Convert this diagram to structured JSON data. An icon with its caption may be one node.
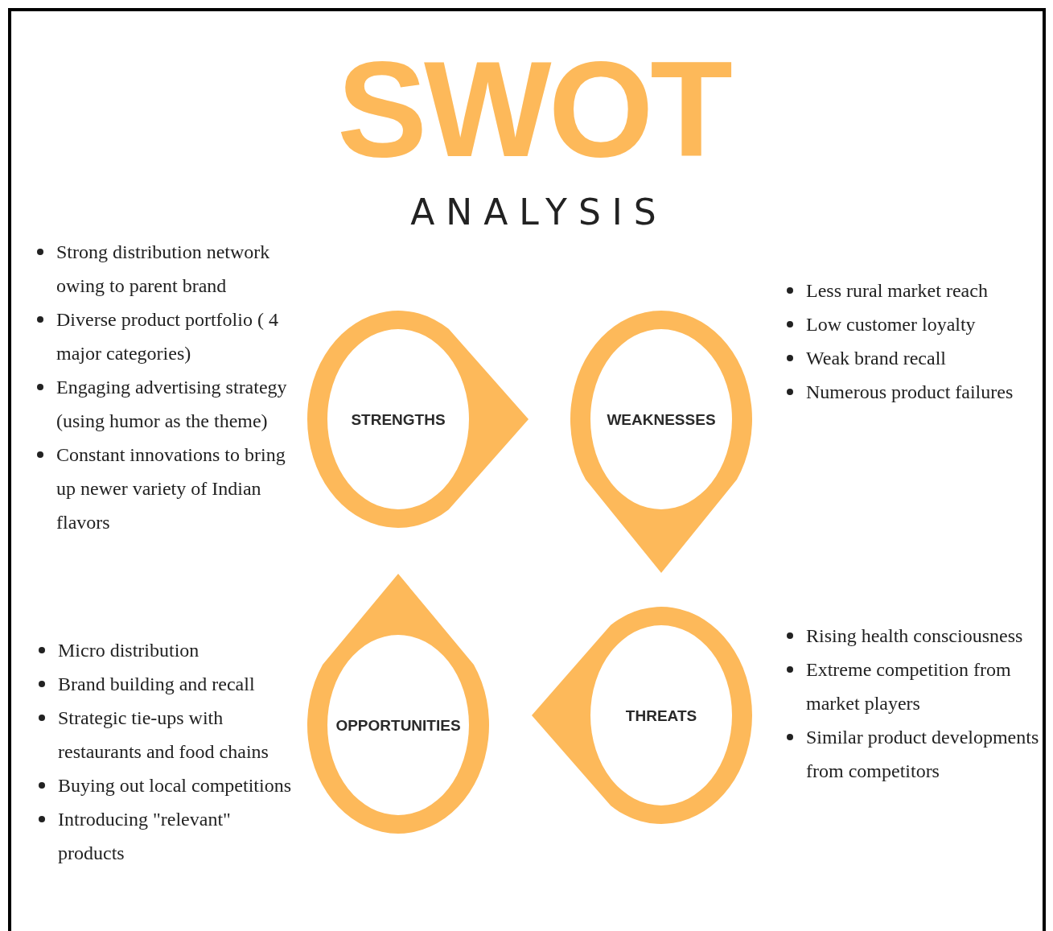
{
  "diagram": {
    "title": "SWOT",
    "nodes": [
      {
        "text": [
          "STRENGTHS"
        ],
        "beside": [
          "Strong distribution network owing to parent brand",
          "Diverse product portfolio ( 4 major categories)",
          "Engaging advertising strategy (using humor as the theme)",
          "Constant innovations to bring up newer variety of Indian flavors"
        ]
      },
      {
        "text": [
          "WEAKNESSES"
        ],
        "beside": [
          "Less rural market reach",
          "Low customer loyalty",
          "Weak brand recall",
          "Numerous product failures"
        ]
      },
      {
        "text": [
          "OPPORTUNITIES"
        ],
        "beside": [
          "Micro distribution",
          "Brand building and recall",
          "Strategic tie-ups with restaurants and food chains",
          "Buying out local competitions",
          "Introducing \"relevant\" products"
        ]
      },
      {
        "text": [
          "THREATS"
        ],
        "beside": [
          "Rising health consciousness",
          "Extreme competition from market players",
          "Similar product developments from competitors"
        ]
      }
    ],
    "edges": [],
    "labels": [
      "ANALYSIS"
    ]
  }
}
